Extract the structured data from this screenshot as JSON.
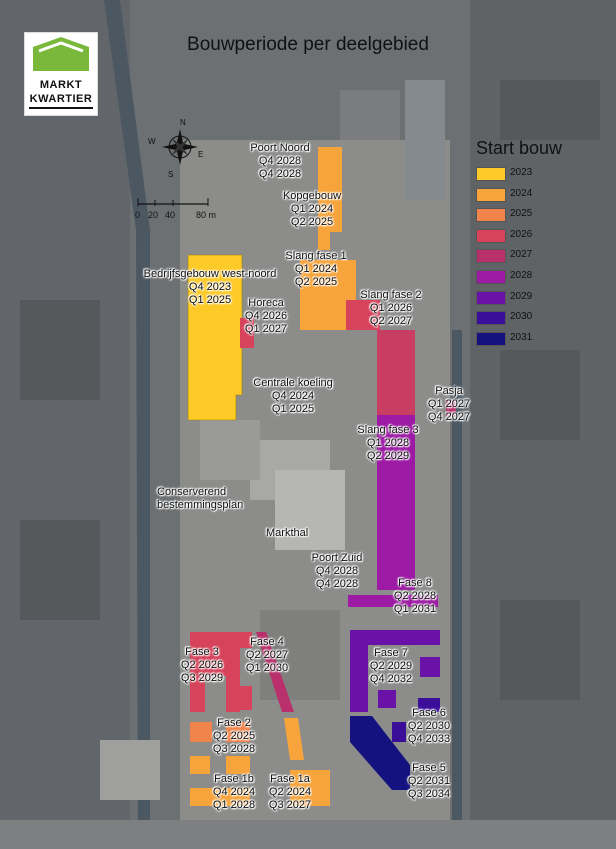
{
  "title": "Bouwperiode per deelgebied",
  "logo": {
    "line1": "MARKT",
    "line2": "KWARTIER"
  },
  "compass": {
    "n": "N",
    "s": "S",
    "e": "E",
    "w": "W"
  },
  "scale": {
    "l0": "0",
    "l1": "20",
    "l2": "40",
    "l3": "80 m"
  },
  "legend": {
    "title": "Start bouw",
    "items": [
      {
        "label": "2023",
        "color": "#fdca27"
      },
      {
        "label": "2024",
        "color": "#f6a43b"
      },
      {
        "label": "2025",
        "color": "#f0844a"
      },
      {
        "label": "2026",
        "color": "#d6435b"
      },
      {
        "label": "2027",
        "color": "#b9306d"
      },
      {
        "label": "2028",
        "color": "#9c1aa4"
      },
      {
        "label": "2029",
        "color": "#6a11a8"
      },
      {
        "label": "2030",
        "color": "#3b0e9a"
      },
      {
        "label": "2031",
        "color": "#14127e"
      }
    ]
  },
  "areas": [
    {
      "name": "Poort Noord",
      "l1": "Q4 2028",
      "l2": "Q4 2028"
    },
    {
      "name": "Kopgebouw",
      "l1": "Q1 2024",
      "l2": "Q2 2025"
    },
    {
      "name": "Slang fase 1",
      "l1": "Q1 2024",
      "l2": "Q2 2025"
    },
    {
      "name": "Bedrijfsgebouw west-noord",
      "l1": "Q4 2023",
      "l2": "Q1 2025"
    },
    {
      "name": "Horeca",
      "l1": "Q4 2026",
      "l2": "Q1 2027"
    },
    {
      "name": "Slang fase 2",
      "l1": "Q1 2026",
      "l2": "Q2 2027"
    },
    {
      "name": "Centrale koeling",
      "l1": "Q4 2024",
      "l2": "Q1 2025"
    },
    {
      "name": "Pasja",
      "l1": "Q1 2027",
      "l2": "Q4 2027"
    },
    {
      "name": "Slang fase 3",
      "l1": "Q1 2028",
      "l2": "Q2 2029"
    },
    {
      "name": "Poort Zuid",
      "l1": "Q4 2028",
      "l2": "Q4 2028"
    },
    {
      "name": "Fase 8",
      "l1": "Q2 2028",
      "l2": "Q1 2031"
    },
    {
      "name": "Fase 3",
      "l1": "Q2 2026",
      "l2": "Q3 2029"
    },
    {
      "name": "Fase 4",
      "l1": "Q2 2027",
      "l2": "Q1 2030"
    },
    {
      "name": "Fase 7",
      "l1": "Q2 2029",
      "l2": "Q4 2032"
    },
    {
      "name": "Fase 2",
      "l1": "Q2 2025",
      "l2": "Q3 2028"
    },
    {
      "name": "Fase 6",
      "l1": "Q2 2030",
      "l2": "Q4 2033"
    },
    {
      "name": "Fase 1b",
      "l1": "Q4 2024",
      "l2": "Q1 2028"
    },
    {
      "name": "Fase 1a",
      "l1": "Q2 2024",
      "l2": "Q3 2027"
    },
    {
      "name": "Fase 5",
      "l1": "Q2 2031",
      "l2": "Q3 2034"
    }
  ],
  "notes": {
    "conserverend_1": "Conserverend",
    "conserverend_2": "bestemmingsplan",
    "markthal": "Markthal"
  }
}
